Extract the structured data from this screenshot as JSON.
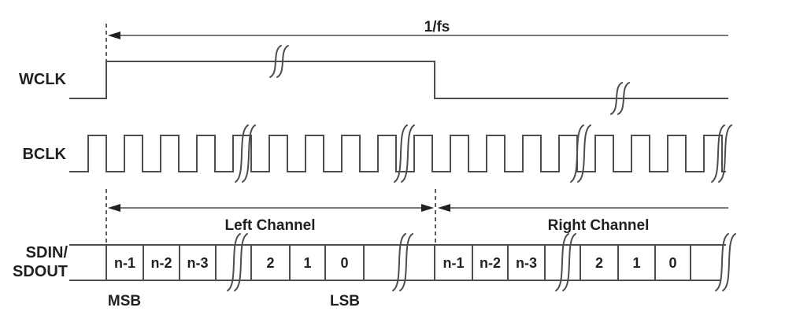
{
  "period_label": "1/fs",
  "signals": {
    "wclk": {
      "label": "WCLK"
    },
    "bclk": {
      "label": "BCLK"
    },
    "sdata": {
      "label_line1": "SDIN/",
      "label_line2": "SDOUT",
      "msb_label": "MSB",
      "lsb_label": "LSB",
      "left_channel": {
        "label": "Left Channel",
        "bits": [
          "n-1",
          "n-2",
          "n-3",
          "2",
          "1",
          "0"
        ]
      },
      "right_channel": {
        "label": "Right Channel",
        "bits": [
          "n-1",
          "n-2",
          "n-3",
          "2",
          "1",
          "0"
        ]
      }
    }
  },
  "colors": {
    "line": "#4d4d4d",
    "text": "#231f20",
    "background": "#ffffff"
  }
}
